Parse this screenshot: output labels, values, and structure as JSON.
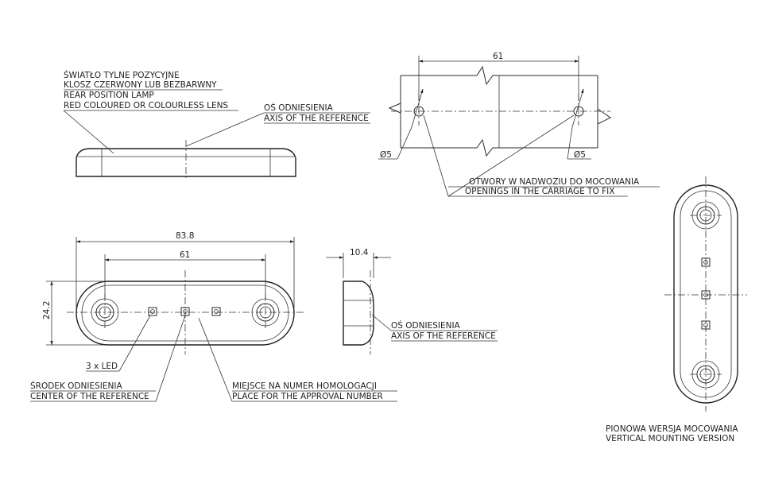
{
  "notes": {
    "lamp": [
      "ŚWIATŁO TYLNE POZYCYJNE",
      "KLOSZ CZERWONY LUB BEZBARWNY",
      "REAR POSITION LAMP",
      "RED COLOURED OR COLOURLESS LENS"
    ],
    "axis_top": [
      "OŚ ODNIESIENIA",
      "AXIS OF THE REFERENCE"
    ],
    "axis_side": [
      "OŚ ODNIESIENIA",
      "AXIS OF THE REFERENCE"
    ],
    "openings": [
      "OTWORY W NADWOZIU DO MOCOWANIA",
      "OPENINGS IN THE CARRIAGE TO FIX"
    ],
    "leds": "3 x LED",
    "center": [
      "ŚRODEK ODNIESIENIA",
      "CENTER OF THE REFERENCE"
    ],
    "homologation": [
      "MIEJSCE NA NUMER HOMOLOGACJI",
      "PLACE FOR THE APPROVAL NUMBER"
    ],
    "vertical": [
      "PIONOWA WERSJA MOCOWANIA",
      "VERTICAL MOUNTING VERSION"
    ]
  },
  "dimensions": {
    "hole_spacing_top": "61",
    "hole_left": "Ø5",
    "hole_right": "Ø5",
    "overall_length": "83.8",
    "hole_spacing_front": "61",
    "height": "24.2",
    "depth": "10.4"
  }
}
